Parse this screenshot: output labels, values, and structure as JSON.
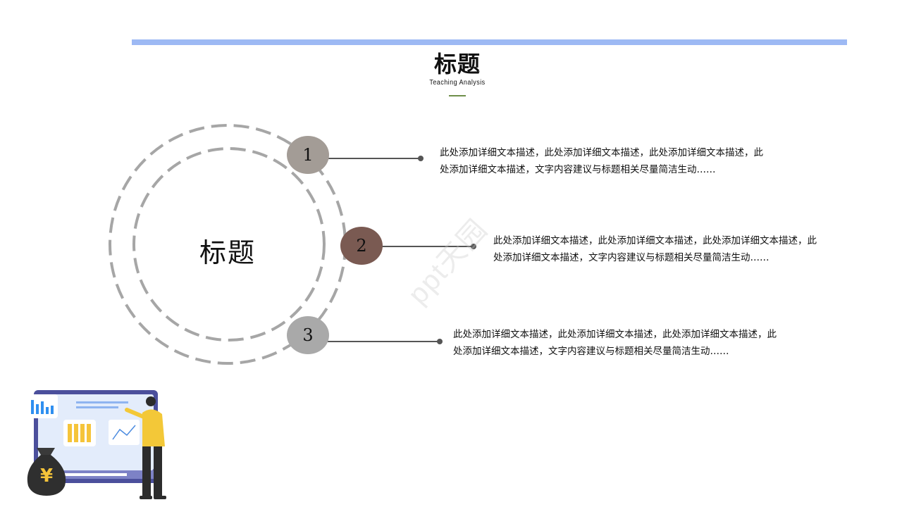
{
  "header": {
    "title": "标题",
    "subtitle": "Teaching Analysis"
  },
  "diagram": {
    "center_title": "标题",
    "items": [
      {
        "number": "1",
        "text": "此处添加详细文本描述，此处添加详细文本描述，此处添加详细文本描述，此处添加详细文本描述，文字内容建议与标题相关尽量简洁生动……"
      },
      {
        "number": "2",
        "text": "此处添加详细文本描述，此处添加详细文本描述，此处添加详细文本描述，此处添加详细文本描述，文字内容建议与标题相关尽量简洁生动……"
      },
      {
        "number": "3",
        "text": "此处添加详细文本描述，此处添加详细文本描述，此处添加详细文本描述，此处添加详细文本描述，文字内容建议与标题相关尽量简洁生动……"
      }
    ]
  },
  "watermark": "ppt天园",
  "illustration": {
    "currency_symbol": "¥"
  },
  "colors": {
    "top_bar": "#9db9f4",
    "badge_1": "#a39c96",
    "badge_2": "#7a5a52",
    "badge_3": "#a9a9a9",
    "ring": "#a6a6a6",
    "underline": "#6f8f4a"
  }
}
